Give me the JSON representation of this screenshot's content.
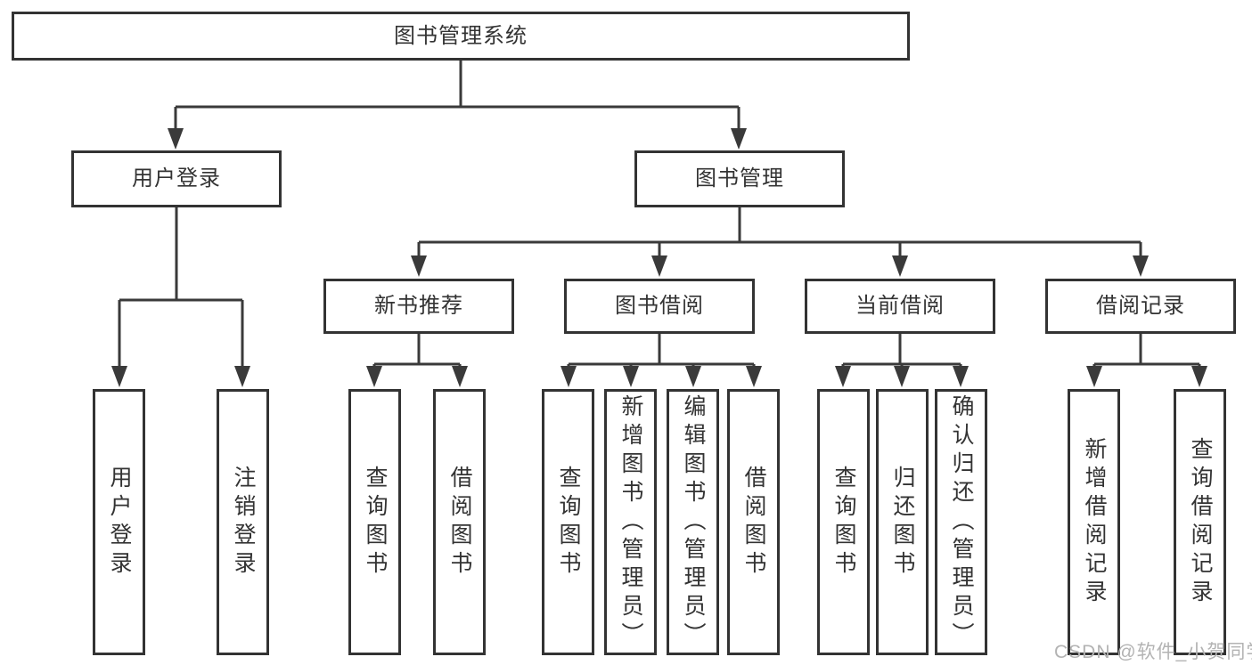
{
  "diagram": {
    "title": "图书管理系统",
    "level2": {
      "user_login": "用户登录",
      "book_mgmt": "图书管理"
    },
    "level3": {
      "new_book_recommend": "新书推荐",
      "book_borrow": "图书借阅",
      "current_borrow": "当前借阅",
      "borrow_records": "借阅记录"
    },
    "leaves": {
      "login": "用户登录",
      "logout": "注销登录",
      "recommend_query_books": "查询图书",
      "recommend_borrow_books": "借阅图书",
      "borrow_query_books": "查询图书",
      "borrow_add_books_admin": "新增图书（管理员）",
      "borrow_edit_books_admin": "编辑图书（管理员）",
      "borrow_borrow_books": "借阅图书",
      "current_query_books": "查询图书",
      "current_return_books": "归还图书",
      "current_confirm_return_admin": "确认归还（管理员）",
      "records_add_record": "新增借阅记录",
      "records_query_record": "查询借阅记录"
    },
    "watermark": "CSDN @软件_小贺同学",
    "colors": {
      "line": "#3a3a3a",
      "box_border": "#333333",
      "text": "#333333",
      "watermark": "#b3b3b3",
      "background": "#ffffff"
    }
  }
}
